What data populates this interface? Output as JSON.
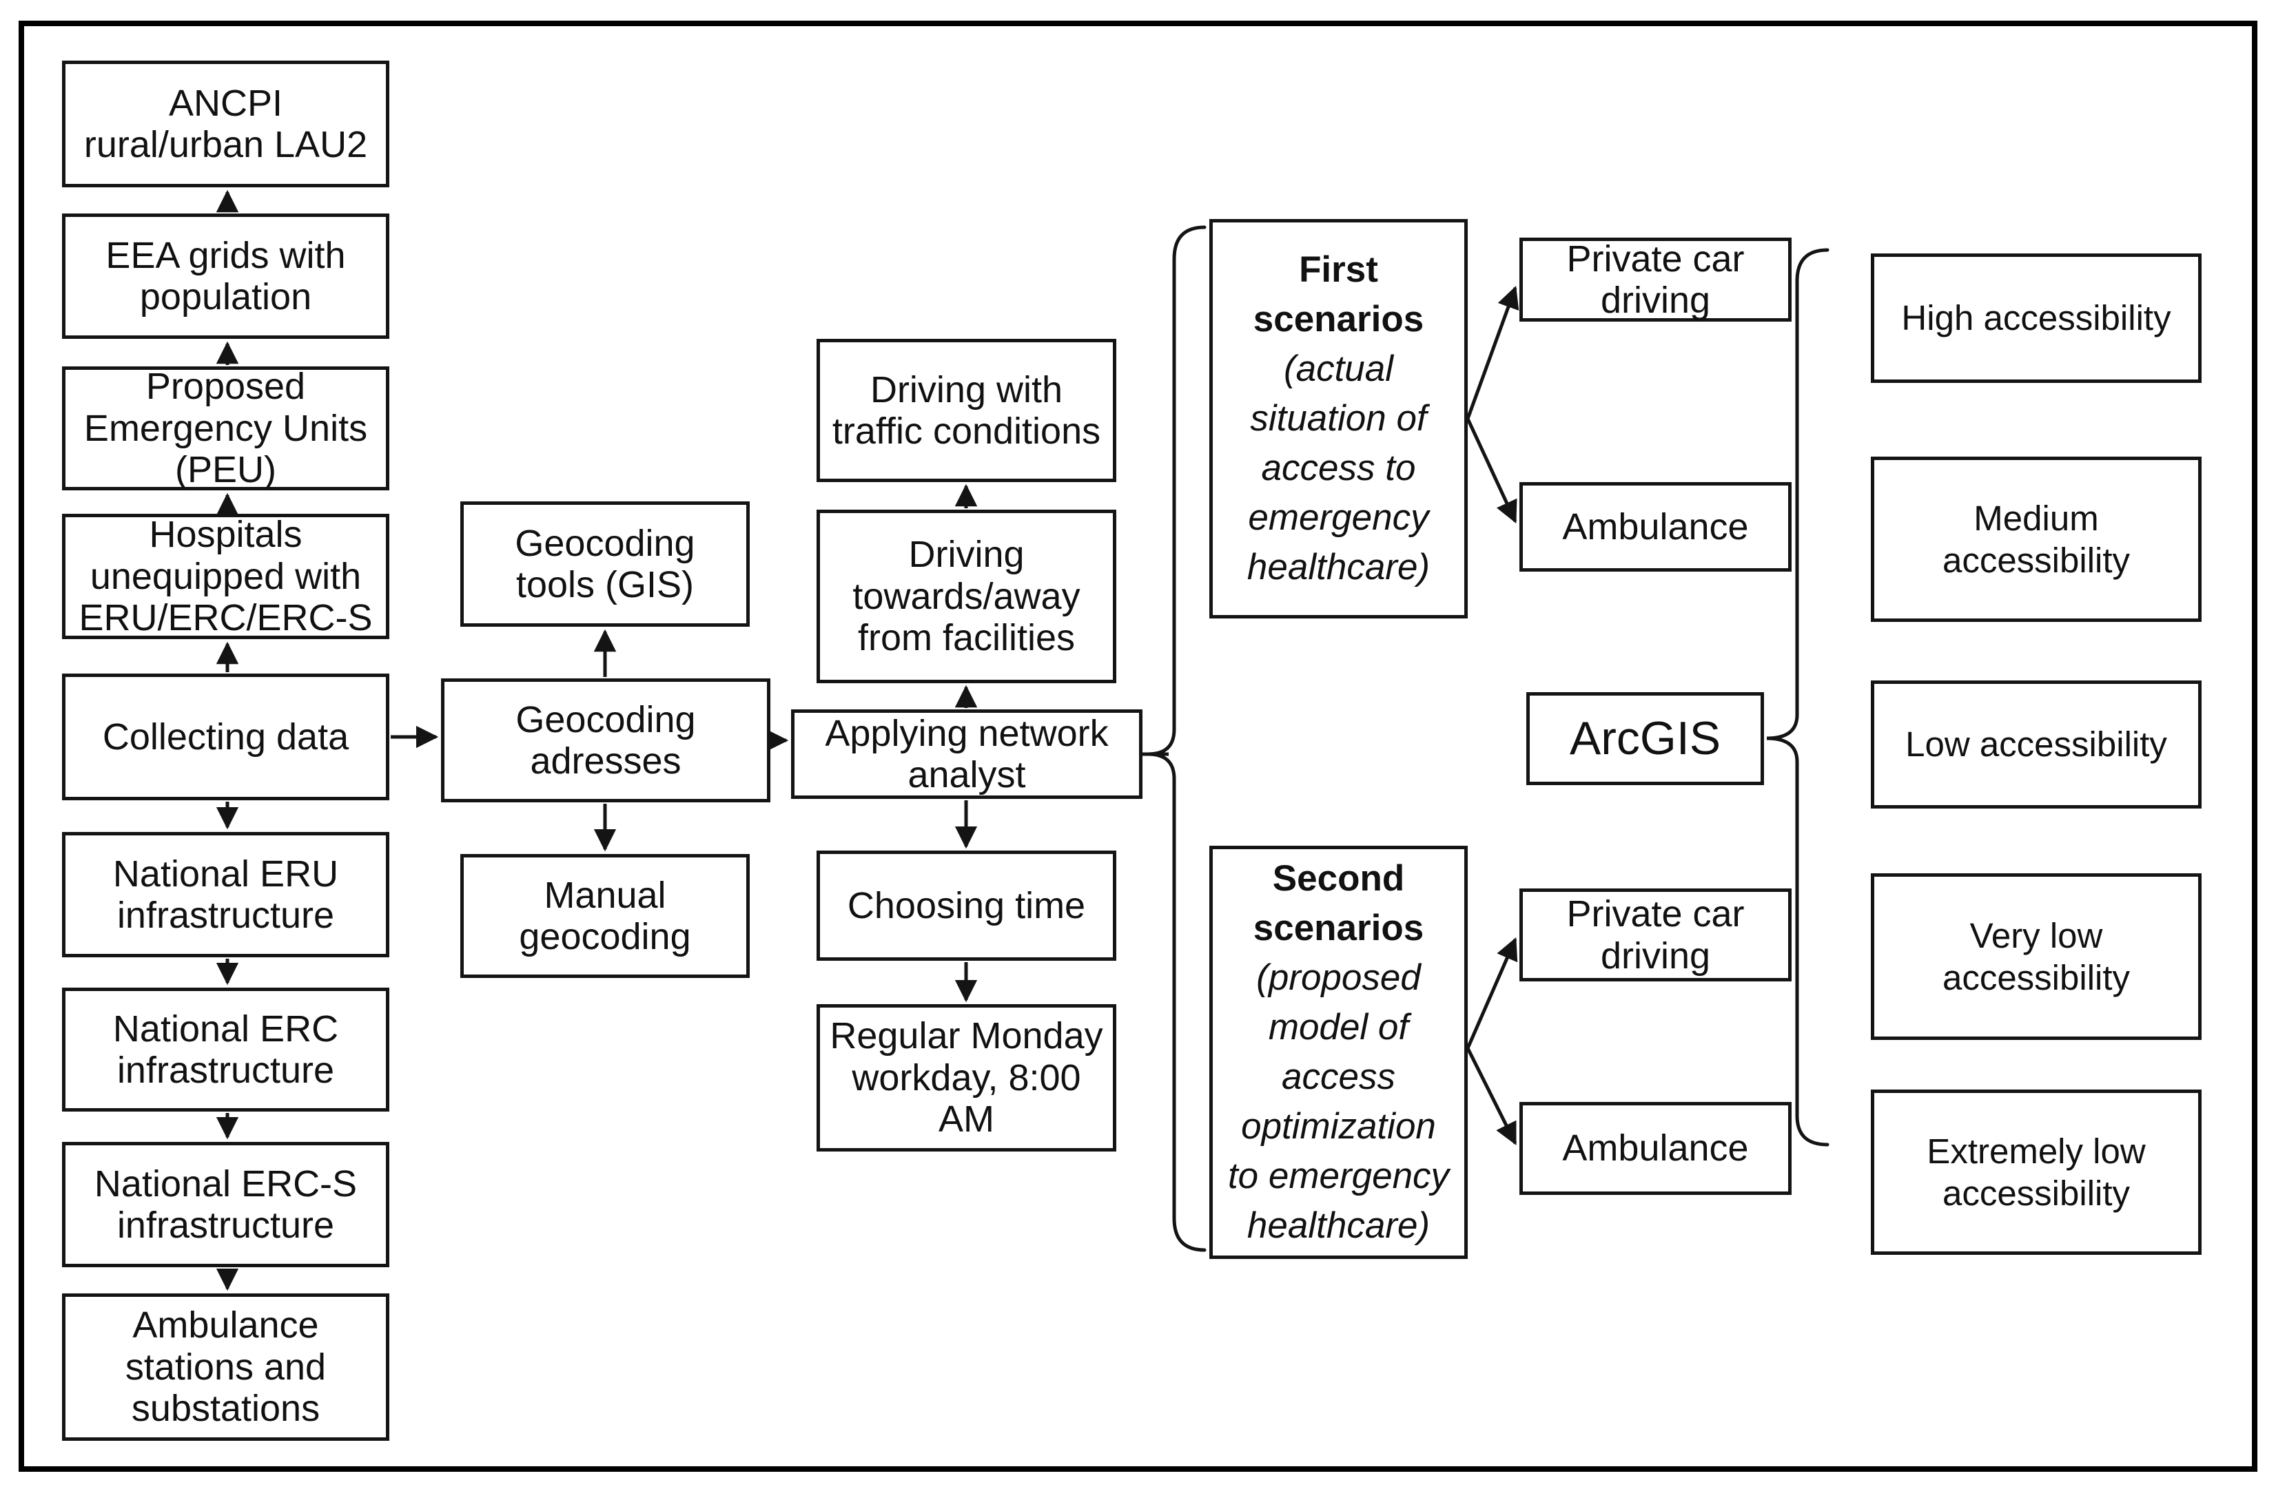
{
  "colors": {
    "background": "#ffffff",
    "box_border": "#141414",
    "connector": "#141414",
    "text": "#111111"
  },
  "nodes": {
    "ancpi": {
      "label": "ANCPI rural/urban LAU2"
    },
    "eea": {
      "label": "EEA grids with population"
    },
    "peu": {
      "label": "Proposed Emergency Units (PEU)"
    },
    "hospitals": {
      "label": "Hospitals unequipped with ERU/ERC/ERC-S"
    },
    "collecting": {
      "label": "Collecting data"
    },
    "nat_eru": {
      "label": "National ERU infrastructure"
    },
    "nat_erc": {
      "label": "National ERC infrastructure"
    },
    "nat_ercs": {
      "label": "National ERC-S infrastructure"
    },
    "amb_stations": {
      "label": "Ambulance stations and substations"
    },
    "geotools": {
      "label": "Geocoding tools (GIS)"
    },
    "geoadresses": {
      "label": "Geocoding adresses"
    },
    "manual": {
      "label": "Manual geocoding"
    },
    "traffic": {
      "label": "Driving with traffic conditions"
    },
    "towards": {
      "label": "Driving towards/away from facilities"
    },
    "applying": {
      "label": "Applying network analyst"
    },
    "choosing": {
      "label": "Choosing time"
    },
    "regular": {
      "label": "Regular Monday workday, 8:00 AM"
    },
    "first_scenarios": {
      "title": "First scenarios",
      "subtitle": "(actual situation of access to emergency healthcare)"
    },
    "second_scenarios": {
      "title": "Second scenarios",
      "subtitle": "(proposed model of access optimization to emergency healthcare)"
    },
    "private_car_1": {
      "label": "Private car driving"
    },
    "ambulance_1": {
      "label": "Ambulance"
    },
    "private_car_2": {
      "label": "Private car driving"
    },
    "ambulance_2": {
      "label": "Ambulance"
    },
    "arcgis": {
      "label": "ArcGIS"
    },
    "high": {
      "label": "High accessibility"
    },
    "medium": {
      "label": "Medium accessibility"
    },
    "low": {
      "label": "Low accessibility"
    },
    "very_low": {
      "label": "Very low accessibility"
    },
    "extremely_low": {
      "label": "Extremely low accessibility"
    }
  }
}
